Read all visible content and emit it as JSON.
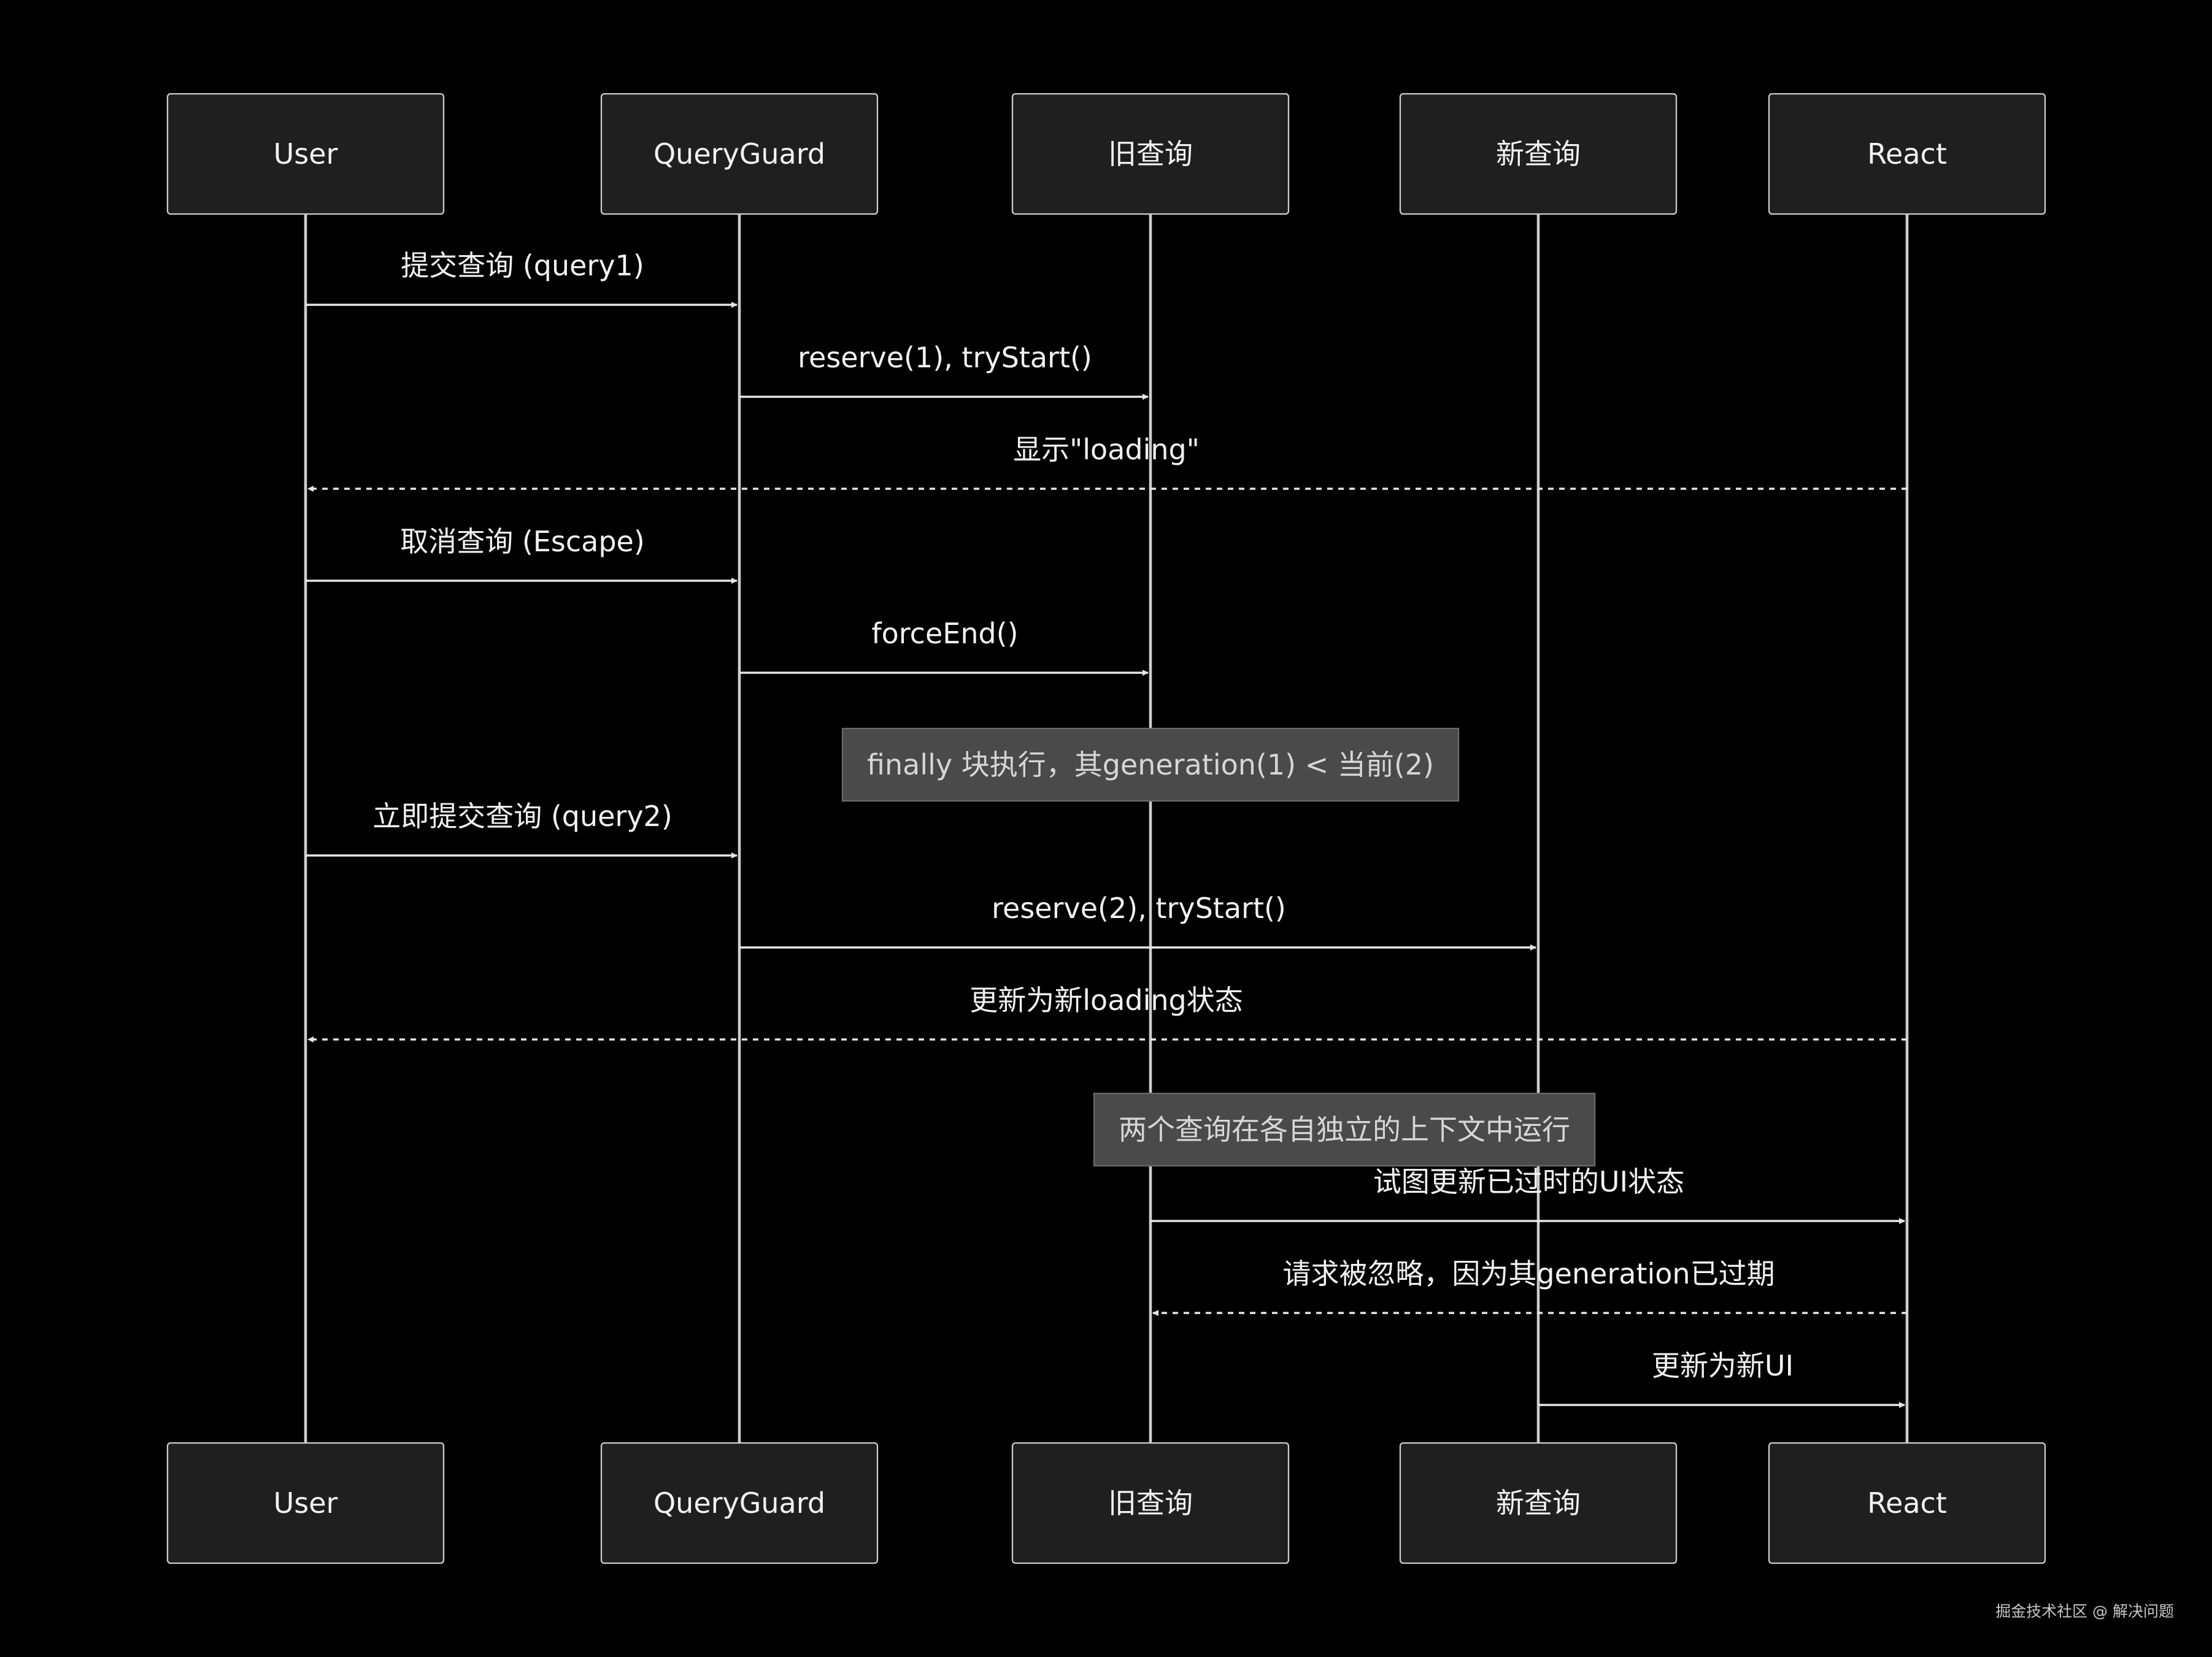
{
  "actors": [
    {
      "id": "user",
      "label": "User"
    },
    {
      "id": "queryguard",
      "label": "QueryGuard"
    },
    {
      "id": "old_query",
      "label": "旧查询"
    },
    {
      "id": "new_query",
      "label": "新查询"
    },
    {
      "id": "react",
      "label": "React"
    }
  ],
  "steps": [
    {
      "kind": "message",
      "from": "user",
      "to": "queryguard",
      "label": "提交查询 (query1)",
      "style": "solid"
    },
    {
      "kind": "message",
      "from": "queryguard",
      "to": "old_query",
      "label": "reserve(1), tryStart()",
      "style": "solid"
    },
    {
      "kind": "message",
      "from": "react",
      "to": "user",
      "label": "显示\"loading\"",
      "style": "dashed"
    },
    {
      "kind": "message",
      "from": "user",
      "to": "queryguard",
      "label": "取消查询 (Escape)",
      "style": "solid"
    },
    {
      "kind": "message",
      "from": "queryguard",
      "to": "old_query",
      "label": "forceEnd()",
      "style": "solid"
    },
    {
      "kind": "note",
      "over": [
        "old_query"
      ],
      "label": "finally 块执行，其generation(1) < 当前(2)"
    },
    {
      "kind": "message",
      "from": "user",
      "to": "queryguard",
      "label": "立即提交查询 (query2)",
      "style": "solid"
    },
    {
      "kind": "message",
      "from": "queryguard",
      "to": "new_query",
      "label": "reserve(2), tryStart()",
      "style": "solid"
    },
    {
      "kind": "message",
      "from": "react",
      "to": "user",
      "label": "更新为新loading状态",
      "style": "dashed"
    },
    {
      "kind": "note",
      "over": [
        "old_query",
        "new_query"
      ],
      "label": "两个查询在各自独立的上下文中运行"
    },
    {
      "kind": "message",
      "from": "old_query",
      "to": "react",
      "label": "试图更新已过时的UI状态",
      "style": "solid"
    },
    {
      "kind": "message",
      "from": "react",
      "to": "old_query",
      "label": "请求被忽略，因为其generation已过期",
      "style": "dashed"
    },
    {
      "kind": "message",
      "from": "new_query",
      "to": "react",
      "label": "更新为新UI",
      "style": "solid"
    }
  ],
  "watermark": "掘金技术社区 @ 解决问题"
}
